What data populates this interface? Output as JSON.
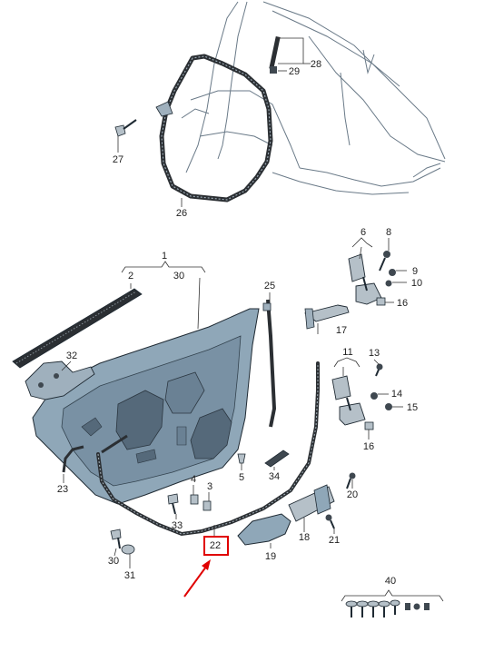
{
  "diagram": {
    "callouts": {
      "c1": "1",
      "c2": "2",
      "c3": "3",
      "c4": "4",
      "c5": "5",
      "c6": "6",
      "c8": "8",
      "c9": "9",
      "c10": "10",
      "c11": "11",
      "c13": "13",
      "c14": "14",
      "c15": "15",
      "c16a": "16",
      "c16b": "16",
      "c17": "17",
      "c18": "18",
      "c19": "19",
      "c20": "20",
      "c21": "21",
      "c22": "22",
      "c23": "23",
      "c25": "25",
      "c26": "26",
      "c27": "27",
      "c28": "28",
      "c29": "29",
      "c30a": "30",
      "c30b": "30",
      "c31": "31",
      "c32": "32",
      "c33": "33",
      "c34": "34",
      "c40": "40"
    },
    "highlight": {
      "callout": "22",
      "box_color": "#e00000",
      "arrow_color": "#e00000"
    },
    "colors": {
      "door_panel": "#8fa7b8",
      "door_dark": "#55697a",
      "seal": "#2b2f33",
      "body_outline": "#7f8f9c",
      "fastener": "#3f4850"
    }
  }
}
